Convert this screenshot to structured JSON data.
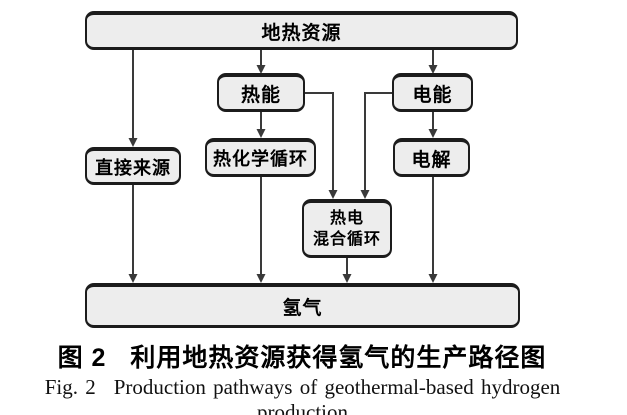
{
  "figure": {
    "caption_zh": {
      "label": "图 2",
      "text": "利用地热资源获得氢气的生产路径图"
    },
    "caption_en": {
      "label": "Fig. 2",
      "text": "Production pathways of geothermal-based hydrogen production"
    }
  },
  "diagram": {
    "nodes": {
      "geothermal": {
        "label": "地热资源"
      },
      "thermal": {
        "label": "热能"
      },
      "electric": {
        "label": "电能"
      },
      "direct": {
        "label": "直接来源"
      },
      "thermochemical": {
        "label": "热化学循环"
      },
      "electrolysis": {
        "label": "电解"
      },
      "hybrid": {
        "label": "热电\n混合循环"
      },
      "hydrogen": {
        "label": "氢气"
      }
    },
    "edges": [
      {
        "from": "地热资源",
        "to": "直接来源"
      },
      {
        "from": "地热资源",
        "to": "热能"
      },
      {
        "from": "地热资源",
        "to": "电能"
      },
      {
        "from": "热能",
        "to": "热化学循环"
      },
      {
        "from": "热能",
        "to": "热电混合循环"
      },
      {
        "from": "电能",
        "to": "热电混合循环"
      },
      {
        "from": "电能",
        "to": "电解"
      },
      {
        "from": "直接来源",
        "to": "氢气"
      },
      {
        "from": "热化学循环",
        "to": "氢气"
      },
      {
        "from": "热电混合循环",
        "to": "氢气"
      },
      {
        "from": "电解",
        "to": "氢气"
      }
    ],
    "colors": {
      "box_fill": "#ededed",
      "box_border": "#1c1c1c",
      "line": "#3a3a3a",
      "background": "#ffffff"
    }
  }
}
